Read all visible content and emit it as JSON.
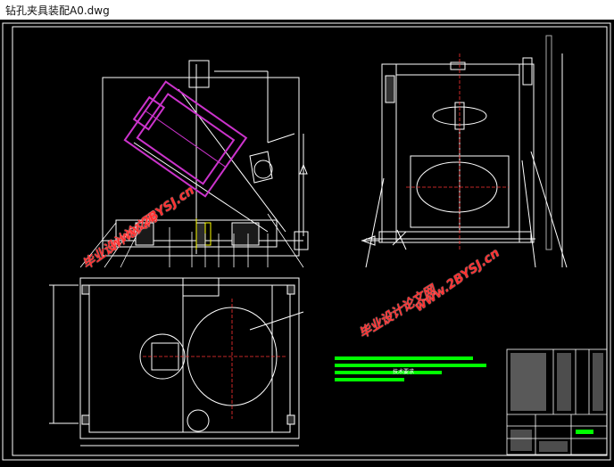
{
  "window": {
    "title": "钻孔夹具装配A0.dwg"
  },
  "drawing": {
    "background": "#000000",
    "frame_color": "#ffffff",
    "part_color": "#ffffff",
    "highlight_color": "#cc33cc",
    "centerline_color": "#ff3333",
    "accent_color": "#00ff00",
    "notes_title": "技术要求"
  },
  "watermarks": [
    {
      "text": "毕业设计论文网"
    },
    {
      "text": "www.2BYSJ.cn"
    },
    {
      "text": "毕业设计论文网"
    },
    {
      "text": "www.2BYSJ.cn"
    }
  ]
}
